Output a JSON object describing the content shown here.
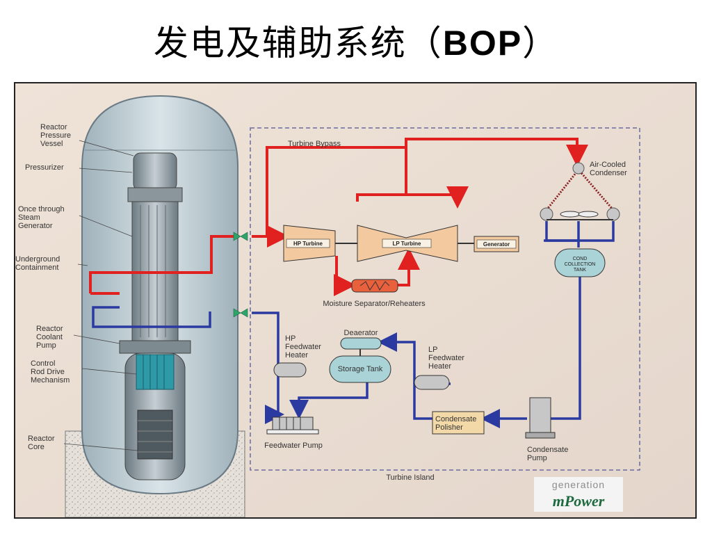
{
  "slide": {
    "title_cn": "发电及辅助系统（",
    "title_latin": "BOP",
    "title_end": "）"
  },
  "diagram": {
    "left_labels": {
      "rpv": [
        "Reactor",
        "Pressure",
        "Vessel"
      ],
      "pressurizer": [
        "Pressurizer"
      ],
      "steam_gen": [
        "Once through",
        "Steam",
        "Generator"
      ],
      "containment": [
        "Underground",
        "Containment"
      ],
      "coolant_pump": [
        "Reactor",
        "Coolant",
        "Pump"
      ],
      "crdm": [
        "Control",
        "Rod Drive",
        "Mechanism"
      ],
      "core": [
        "Reactor",
        "Core"
      ]
    },
    "turbine_bypass": "Turbine Bypass",
    "hp_turbine": "HP Turbine",
    "lp_turbine": "LP Turbine",
    "generator": "Generator",
    "air_cooled": [
      "Air-Cooled",
      "Condenser"
    ],
    "cond_tank": [
      "COND",
      "COLLECTION",
      "TANK"
    ],
    "moisture_sep": "Moisture Separator/Reheaters",
    "deaerator": "Deaerator",
    "storage_tank": "Storage Tank",
    "hp_fw_heater": [
      "HP",
      "Feedwater",
      "Heater"
    ],
    "lp_fw_heater": [
      "LP",
      "Feedwater",
      "Heater"
    ],
    "feedwater_pump": "Feedwater Pump",
    "cond_polisher": [
      "Condensate",
      "Polisher"
    ],
    "cond_pump": [
      "Condensate",
      "Pump"
    ],
    "turbine_island": "Turbine Island",
    "logo_top": "generation",
    "logo_bottom": "mPower"
  },
  "colors": {
    "steam": "#e0211f",
    "water": "#2a3aa0",
    "component": "#f3c9a0",
    "tank": "#a9d3d6",
    "background": "#e9ddd3"
  }
}
